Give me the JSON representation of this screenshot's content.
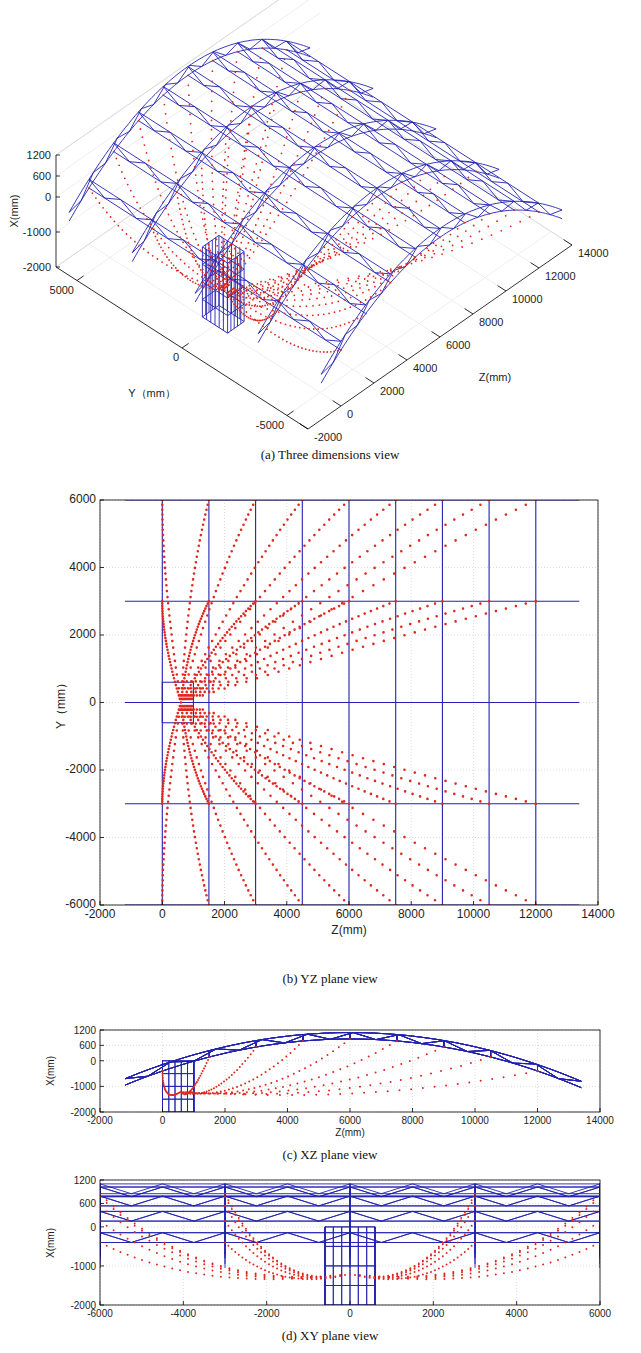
{
  "diagram": {
    "labels": [
      "1200",
      "600",
      "0",
      "-1000",
      "-2000",
      "X(mm)",
      "5000",
      "0",
      "-5000",
      "Y（mm）",
      "14000",
      "12000",
      "10000",
      "8000",
      "6000",
      "4000",
      "2000",
      "0",
      "-2000",
      "Z(mm)",
      "(a) Three dimensions view",
      "6000",
      "4000",
      "2000",
      "0",
      "-2000",
      "-4000",
      "-6000",
      "Y（mm）",
      "-2000",
      "0",
      "2000",
      "4000",
      "6000",
      "8000",
      "10000",
      "12000",
      "14000",
      "Z(mm)",
      "(b) YZ plane view",
      "1200",
      "600",
      "0",
      "-1000",
      "-2000",
      "X(mm)",
      "-2000",
      "0",
      "2000",
      "4000",
      "6000",
      "8000",
      "10000",
      "12000",
      "14000",
      "Z(mm)",
      "(c) XZ plane view",
      "1200",
      "600",
      "0",
      "-1000",
      "-2000",
      "X(mm)",
      "-6000",
      "-4000",
      "-2000",
      "0",
      "2000",
      "4000",
      "6000",
      "(d) XY plane view"
    ]
  }
}
